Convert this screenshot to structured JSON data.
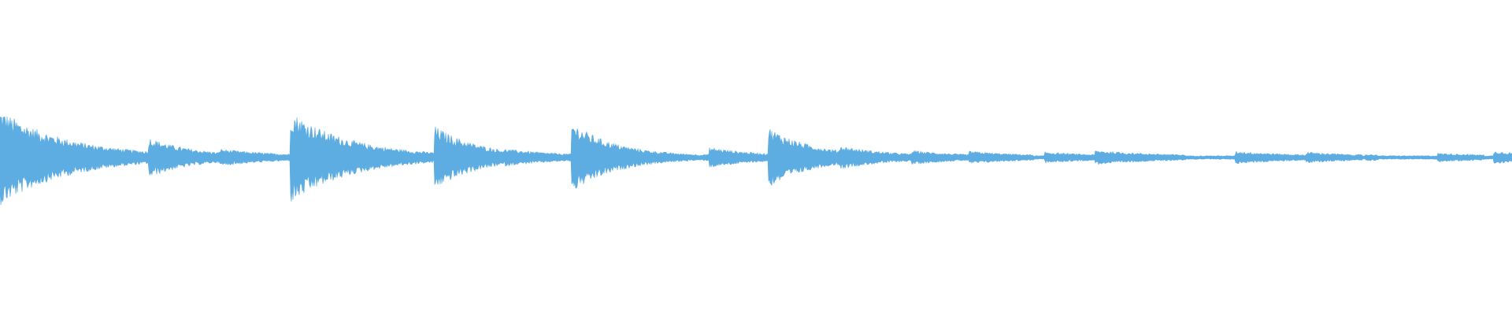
{
  "waveform": {
    "color": "#5DADE2",
    "background": "#ffffff",
    "baseline_amplitude": 0.012,
    "onsets": [
      {
        "t": 0.0,
        "amp": 0.3,
        "decay": 0.045
      },
      {
        "t": 0.098,
        "amp": 0.125,
        "decay": 0.03
      },
      {
        "t": 0.145,
        "amp": 0.05,
        "decay": 0.04
      },
      {
        "t": 0.192,
        "amp": 0.29,
        "decay": 0.04
      },
      {
        "t": 0.237,
        "amp": 0.05,
        "decay": 0.04
      },
      {
        "t": 0.287,
        "amp": 0.2,
        "decay": 0.03
      },
      {
        "t": 0.334,
        "amp": 0.05,
        "decay": 0.04
      },
      {
        "t": 0.378,
        "amp": 0.22,
        "decay": 0.03
      },
      {
        "t": 0.418,
        "amp": 0.05,
        "decay": 0.04
      },
      {
        "t": 0.469,
        "amp": 0.06,
        "decay": 0.035
      },
      {
        "t": 0.508,
        "amp": 0.19,
        "decay": 0.03
      },
      {
        "t": 0.555,
        "amp": 0.07,
        "decay": 0.035
      },
      {
        "t": 0.603,
        "amp": 0.04,
        "decay": 0.035
      },
      {
        "t": 0.641,
        "amp": 0.035,
        "decay": 0.04
      },
      {
        "t": 0.691,
        "amp": 0.03,
        "decay": 0.04
      },
      {
        "t": 0.724,
        "amp": 0.04,
        "decay": 0.05
      },
      {
        "t": 0.765,
        "amp": 0.015,
        "decay": 0.05
      },
      {
        "t": 0.817,
        "amp": 0.035,
        "decay": 0.045
      },
      {
        "t": 0.864,
        "amp": 0.03,
        "decay": 0.04
      },
      {
        "t": 0.903,
        "amp": 0.015,
        "decay": 0.04
      },
      {
        "t": 0.951,
        "amp": 0.022,
        "decay": 0.05
      },
      {
        "t": 0.988,
        "amp": 0.035,
        "decay": 0.04
      }
    ]
  }
}
